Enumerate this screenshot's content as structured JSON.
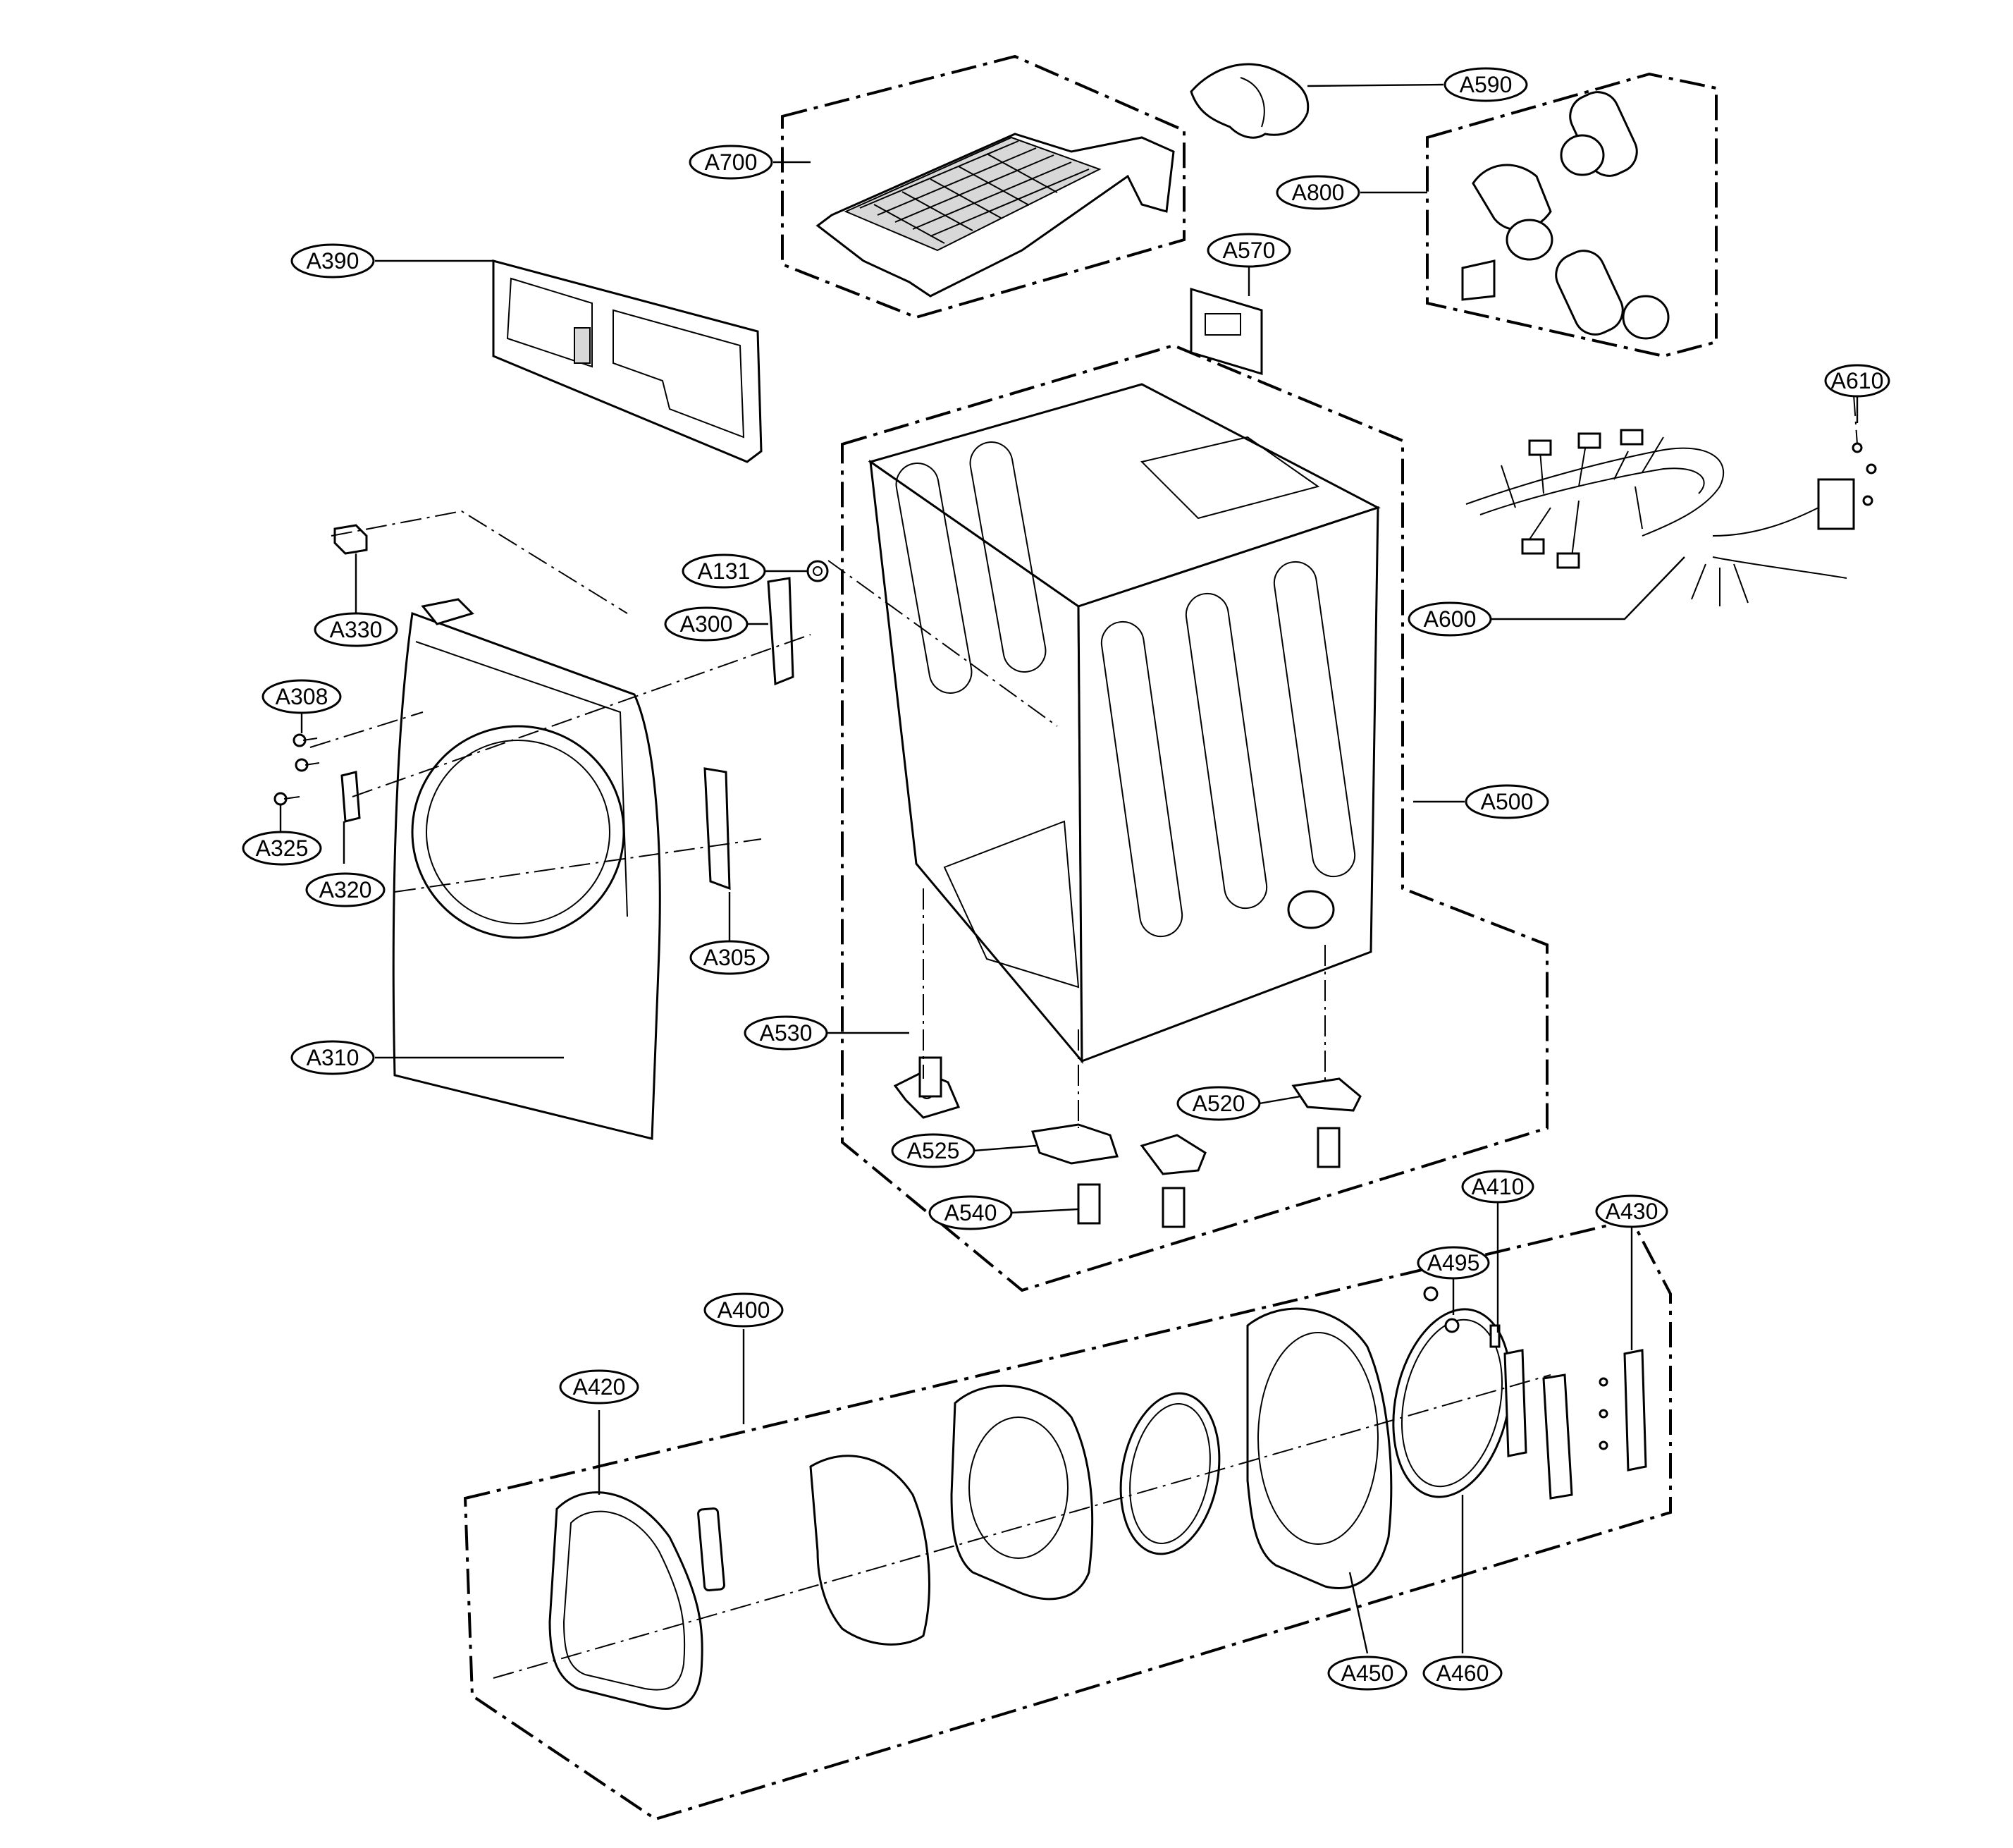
{
  "callouts": [
    {
      "id": "A700",
      "label": "A700"
    },
    {
      "id": "A590",
      "label": "A590"
    },
    {
      "id": "A800",
      "label": "A800"
    },
    {
      "id": "A390",
      "label": "A390"
    },
    {
      "id": "A570",
      "label": "A570"
    },
    {
      "id": "A610",
      "label": "A610"
    },
    {
      "id": "A600",
      "label": "A600"
    },
    {
      "id": "A131",
      "label": "A131"
    },
    {
      "id": "A300",
      "label": "A300"
    },
    {
      "id": "A330",
      "label": "A330"
    },
    {
      "id": "A308",
      "label": "A308"
    },
    {
      "id": "A325",
      "label": "A325"
    },
    {
      "id": "A320",
      "label": "A320"
    },
    {
      "id": "A305",
      "label": "A305"
    },
    {
      "id": "A310",
      "label": "A310"
    },
    {
      "id": "A500",
      "label": "A500"
    },
    {
      "id": "A530",
      "label": "A530"
    },
    {
      "id": "A520",
      "label": "A520"
    },
    {
      "id": "A525",
      "label": "A525"
    },
    {
      "id": "A540",
      "label": "A540"
    },
    {
      "id": "A410",
      "label": "A410"
    },
    {
      "id": "A430",
      "label": "A430"
    },
    {
      "id": "A495",
      "label": "A495"
    },
    {
      "id": "A400",
      "label": "A400"
    },
    {
      "id": "A420",
      "label": "A420"
    },
    {
      "id": "A450",
      "label": "A450"
    },
    {
      "id": "A460",
      "label": "A460"
    }
  ]
}
